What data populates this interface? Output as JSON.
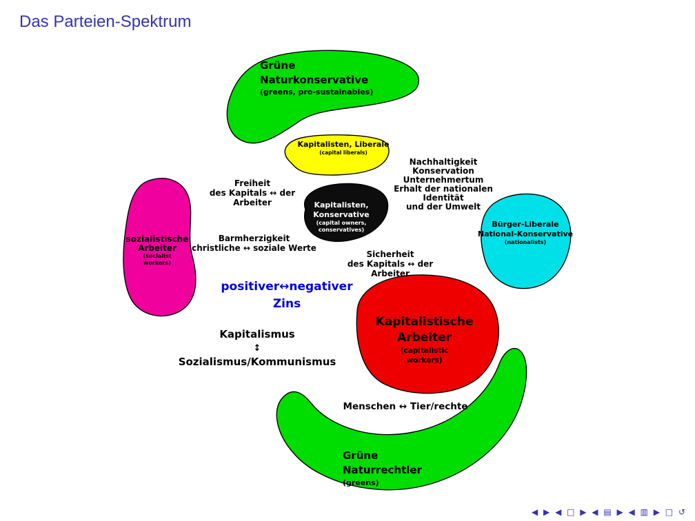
{
  "title": "Das Parteien-Spektrum",
  "colors": {
    "title_blue": "#3333b3",
    "accent_blue": "#0000dd",
    "nav_blue": "#3333b3",
    "green": "#00dd00",
    "yellow": "#ffff00",
    "black_blob": "#0d0d0d",
    "magenta": "#f0009c",
    "cyan": "#00e0e8",
    "red": "#ee0000"
  },
  "blobs": {
    "green_top": {
      "color": "#00dd00",
      "lines": [
        "Grüne",
        "Naturkonservative"
      ],
      "sub": "(greens, pro-sustainables)"
    },
    "yellow": {
      "color": "#ffff00",
      "lines": [
        "Kapitalisten, Liberale"
      ],
      "sub": "(capital liberals)"
    },
    "black_center": {
      "color": "#0d0d0d",
      "lines": [
        "Kapitalisten,",
        "Konservative"
      ],
      "sub": [
        "(capital owners,",
        "conservatives)"
      ]
    },
    "magenta": {
      "color": "#f0009c",
      "lines": [
        "sozialistische",
        "Arbeiter"
      ],
      "sub": [
        "(socialist",
        "workers)"
      ]
    },
    "cyan": {
      "color": "#00e0e8",
      "lines": [
        "Bürger-Liberale",
        "National-Konservative"
      ],
      "sub": "(nationalists)"
    },
    "red": {
      "color": "#ee0000",
      "lines": [
        "Kapitalistische",
        "Arbeiter"
      ],
      "sub": [
        "(capitalistic",
        "workers)"
      ]
    },
    "green_bottom": {
      "color": "#00dd00",
      "lines": [
        "Grüne",
        "Naturrechtler"
      ],
      "sub": "(greens)"
    }
  },
  "labels": {
    "freiheit": [
      "Freiheit",
      "des Kapitals ↔ der Arbeiter"
    ],
    "nachhaltigkeit": [
      "Nachhaltigkeit",
      "Konservation",
      "Unternehmertum",
      "Erhalt der nationalen Identität",
      "und der Umwelt"
    ],
    "barmherzigkeit": [
      "Barmherzigkeit",
      "christliche ↔ soziale Werte"
    ],
    "sicherheit": [
      "Sicherheit",
      "des Kapitals ↔ der Arbeiter"
    ],
    "zins": [
      "positiver↔negativer",
      "Zins"
    ],
    "axis": [
      "Kapitalismus",
      "↕",
      "Sozialismus/Kommunismus"
    ],
    "menschen": "Menschen ↔ Tier/rechte"
  },
  "nav": {
    "symbols": "◀ ▶ ◀ □ ▶ ◀ ▤ ▶ ◀ ▥ ▶ □ ↺"
  }
}
